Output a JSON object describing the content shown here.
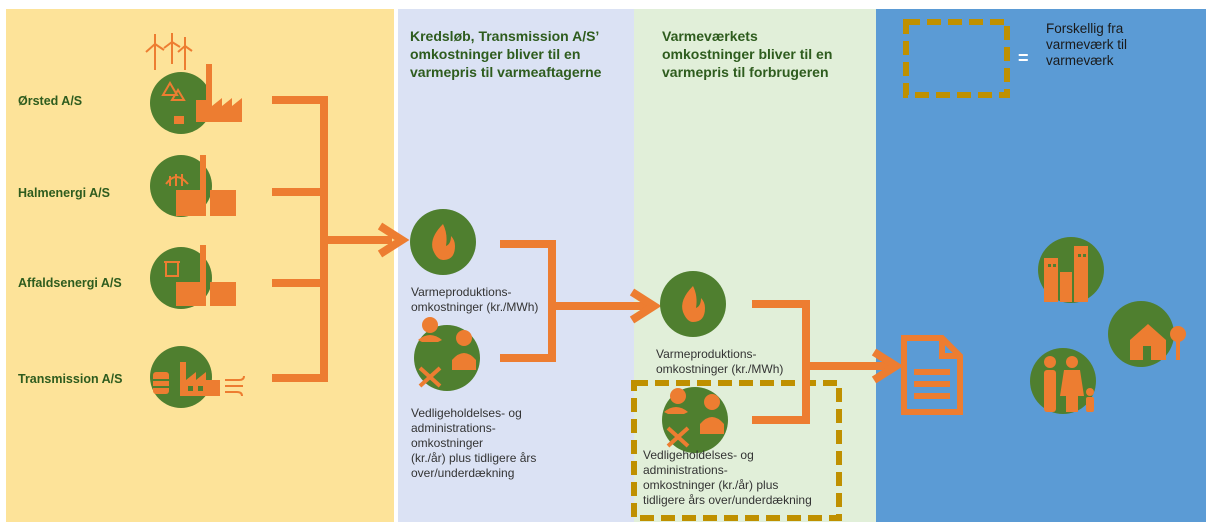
{
  "sources": [
    {
      "label": "Ørsted A/S",
      "icon": "wind-turbine-factory-icon"
    },
    {
      "label": "Halmenergi A/S",
      "icon": "straw-factory-icon"
    },
    {
      "label": "Affaldsenergi A/S",
      "icon": "waste-factory-icon"
    },
    {
      "label": "Transmission A/S",
      "icon": "barrel-factory-wind-icon"
    }
  ],
  "col2": {
    "heading": "Kredsløb, Transmission A/S’ omkostninger bliver til en varmepris til varmeaftagerne",
    "heading_lines": [
      "Kredsløb, Transmission A/S’",
      "omkostninger bliver til en",
      "varmepris til varmeaftagerne"
    ],
    "production_lines": [
      "Varmeproduktions-",
      "omkostninger (kr./MWh)"
    ],
    "maintenance_lines": [
      "Vedligeholdelses- og",
      "administrations-",
      "omkostninger",
      "(kr./år) plus tidligere års",
      "over/underdækning"
    ]
  },
  "col3": {
    "heading_lines": [
      "Varmeværkets",
      "omkostninger bliver til en",
      "varmepris til forbrugeren"
    ],
    "production_lines": [
      "Varmeproduktions-",
      "omkostninger (kr./MWh)"
    ],
    "maintenance_lines": [
      "Vedligeholdelses- og",
      "administrations-",
      "omkostninger (kr./år) plus",
      "tidligere års over/underdækning"
    ]
  },
  "legend": {
    "equals": "=",
    "text_lines": [
      "Forskellig fra",
      "varmeværk til",
      "varmeværk"
    ]
  },
  "colors": {
    "yellow_bg": "#fde399",
    "lavender_bg": "#dbe2f4",
    "lightgreen_bg": "#e1efd9",
    "blue_bg": "#5b9bd5",
    "green_circle": "#4f7f2f",
    "orange": "#ed7d31",
    "gold_dash": "#bf9000",
    "heading_green": "#2e5c1e"
  }
}
